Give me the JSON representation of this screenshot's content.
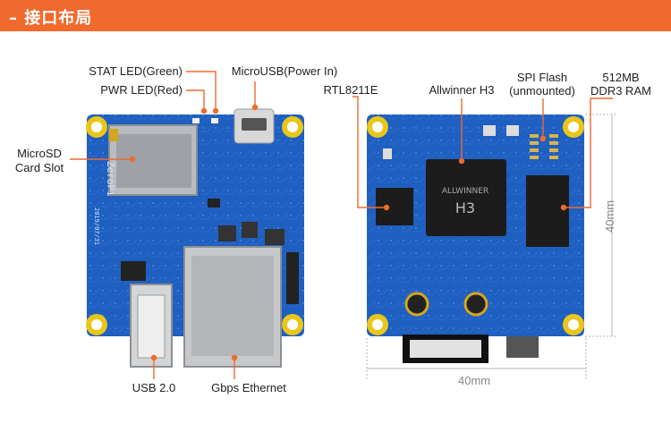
{
  "header": {
    "title": "– 接口布局"
  },
  "left_labels": {
    "stat_led": "STAT LED(Green)",
    "pwr_led": "PWR LED(Red)",
    "micro_usb": "MicroUSB(Power In)",
    "microsd_line1": "MicroSD",
    "microsd_line2": "Card Slot",
    "usb": "USB 2.0",
    "ethernet": "Gbps Ethernet"
  },
  "right_labels": {
    "rtl": "RTL8211E",
    "allwinner": "Allwinner H3",
    "spi_line1": "SPI Flash",
    "spi_line2": "(unmounted)",
    "ram_line1": "512MB",
    "ram_line2": "DDR3 RAM"
  },
  "dimensions": {
    "width": "40mm",
    "height": "40mm"
  },
  "board_silkscreen": {
    "name": "ZeroPi",
    "date": "2019/07/31",
    "chip_brand": "ALLWINNER",
    "chip_model": "H3"
  },
  "colors": {
    "accent": "#f06a2e",
    "pcb": "#1f5fc0",
    "leader": "#f06a2e"
  }
}
